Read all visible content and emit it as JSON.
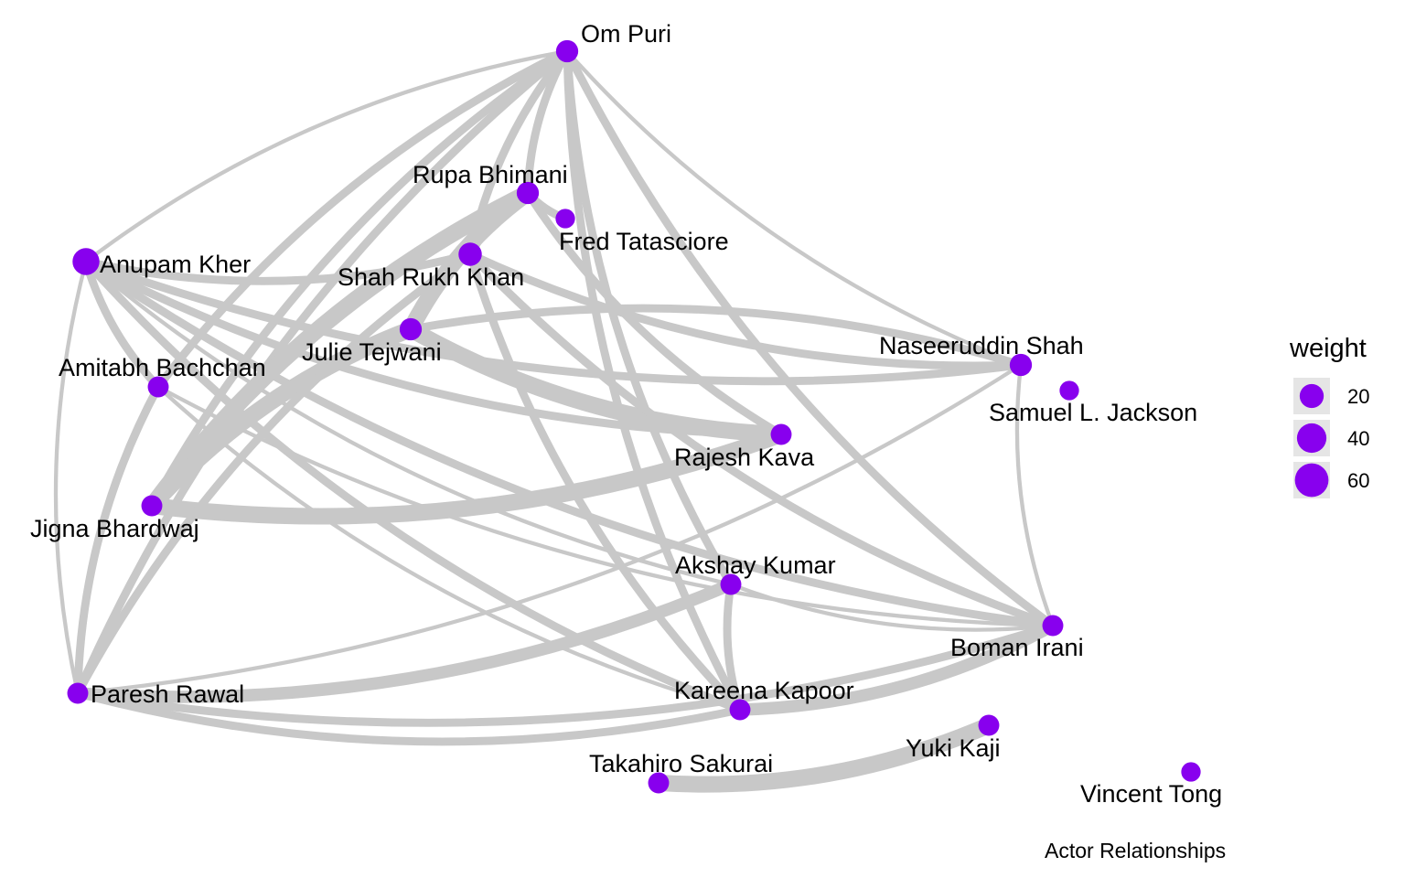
{
  "graph": {
    "caption": "Actor Relationships",
    "node_color": "#8800ee",
    "edge_color": "#c8c8c8",
    "nodes": [
      {
        "id": "om",
        "label": "Om Puri",
        "weight": 20
      },
      {
        "id": "rupa",
        "label": "Rupa Bhimani",
        "weight": 20
      },
      {
        "id": "fred",
        "label": "Fred Tatasciore",
        "weight": 10
      },
      {
        "id": "anupam",
        "label": "Anupam Kher",
        "weight": 45
      },
      {
        "id": "srk",
        "label": "Shah Rukh Khan",
        "weight": 25
      },
      {
        "id": "julie",
        "label": "Julie Tejwani",
        "weight": 20
      },
      {
        "id": "amitabh",
        "label": "Amitabh Bachchan",
        "weight": 15
      },
      {
        "id": "naseer",
        "label": "Naseeruddin Shah",
        "weight": 20
      },
      {
        "id": "samuel",
        "label": "Samuel L. Jackson",
        "weight": 10
      },
      {
        "id": "rajesh",
        "label": "Rajesh Kava",
        "weight": 15
      },
      {
        "id": "jigna",
        "label": "Jigna Bhardwaj",
        "weight": 15
      },
      {
        "id": "akshay",
        "label": "Akshay Kumar",
        "weight": 15
      },
      {
        "id": "boman",
        "label": "Boman Irani",
        "weight": 15
      },
      {
        "id": "paresh",
        "label": "Paresh Rawal",
        "weight": 15
      },
      {
        "id": "kareena",
        "label": "Kareena Kapoor",
        "weight": 15
      },
      {
        "id": "yuki",
        "label": "Yuki Kaji",
        "weight": 15
      },
      {
        "id": "takahiro",
        "label": "Takahiro Sakurai",
        "weight": 15
      },
      {
        "id": "vincent",
        "label": "Vincent Tong",
        "weight": 10
      }
    ],
    "edges": [
      {
        "source": "om",
        "target": "anupam",
        "weight": 1
      },
      {
        "source": "om",
        "target": "amitabh",
        "weight": 3
      },
      {
        "source": "om",
        "target": "srk",
        "weight": 3
      },
      {
        "source": "om",
        "target": "jigna",
        "weight": 3
      },
      {
        "source": "om",
        "target": "paresh",
        "weight": 3
      },
      {
        "source": "om",
        "target": "akshay",
        "weight": 3
      },
      {
        "source": "om",
        "target": "kareena",
        "weight": 3
      },
      {
        "source": "om",
        "target": "boman",
        "weight": 3
      },
      {
        "source": "om",
        "target": "naseer",
        "weight": 1
      },
      {
        "source": "om",
        "target": "rupa",
        "weight": 3
      },
      {
        "source": "rupa",
        "target": "jigna",
        "weight": 7
      },
      {
        "source": "rupa",
        "target": "julie",
        "weight": 7
      },
      {
        "source": "rupa",
        "target": "fred",
        "weight": 3
      },
      {
        "source": "rupa",
        "target": "rajesh",
        "weight": 3
      },
      {
        "source": "rupa",
        "target": "srk",
        "weight": 3
      },
      {
        "source": "julie",
        "target": "jigna",
        "weight": 7
      },
      {
        "source": "julie",
        "target": "rajesh",
        "weight": 7
      },
      {
        "source": "jigna",
        "target": "rajesh",
        "weight": 7
      },
      {
        "source": "anupam",
        "target": "srk",
        "weight": 3
      },
      {
        "source": "anupam",
        "target": "naseer",
        "weight": 3
      },
      {
        "source": "anupam",
        "target": "paresh",
        "weight": 1
      },
      {
        "source": "anupam",
        "target": "amitabh",
        "weight": 3
      },
      {
        "source": "anupam",
        "target": "kareena",
        "weight": 3
      },
      {
        "source": "anupam",
        "target": "boman",
        "weight": 3
      },
      {
        "source": "anupam",
        "target": "akshay",
        "weight": 1
      },
      {
        "source": "anupam",
        "target": "rajesh",
        "weight": 3
      },
      {
        "source": "srk",
        "target": "paresh",
        "weight": 3
      },
      {
        "source": "srk",
        "target": "kareena",
        "weight": 3
      },
      {
        "source": "srk",
        "target": "boman",
        "weight": 3
      },
      {
        "source": "srk",
        "target": "naseer",
        "weight": 3
      },
      {
        "source": "amitabh",
        "target": "paresh",
        "weight": 3
      },
      {
        "source": "amitabh",
        "target": "kareena",
        "weight": 1
      },
      {
        "source": "amitabh",
        "target": "boman",
        "weight": 1
      },
      {
        "source": "paresh",
        "target": "akshay",
        "weight": 5
      },
      {
        "source": "paresh",
        "target": "kareena",
        "weight": 3
      },
      {
        "source": "paresh",
        "target": "boman",
        "weight": 3
      },
      {
        "source": "paresh",
        "target": "naseer",
        "weight": 1
      },
      {
        "source": "akshay",
        "target": "kareena",
        "weight": 3
      },
      {
        "source": "akshay",
        "target": "boman",
        "weight": 1
      },
      {
        "source": "kareena",
        "target": "boman",
        "weight": 5
      },
      {
        "source": "naseer",
        "target": "boman",
        "weight": 1
      },
      {
        "source": "naseer",
        "target": "julie",
        "weight": 3
      },
      {
        "source": "takahiro",
        "target": "yuki",
        "weight": 7
      }
    ]
  },
  "legend": {
    "title": "weight",
    "items": [
      {
        "label": "20",
        "weight": 20
      },
      {
        "label": "40",
        "weight": 40
      },
      {
        "label": "60",
        "weight": 60
      }
    ]
  }
}
